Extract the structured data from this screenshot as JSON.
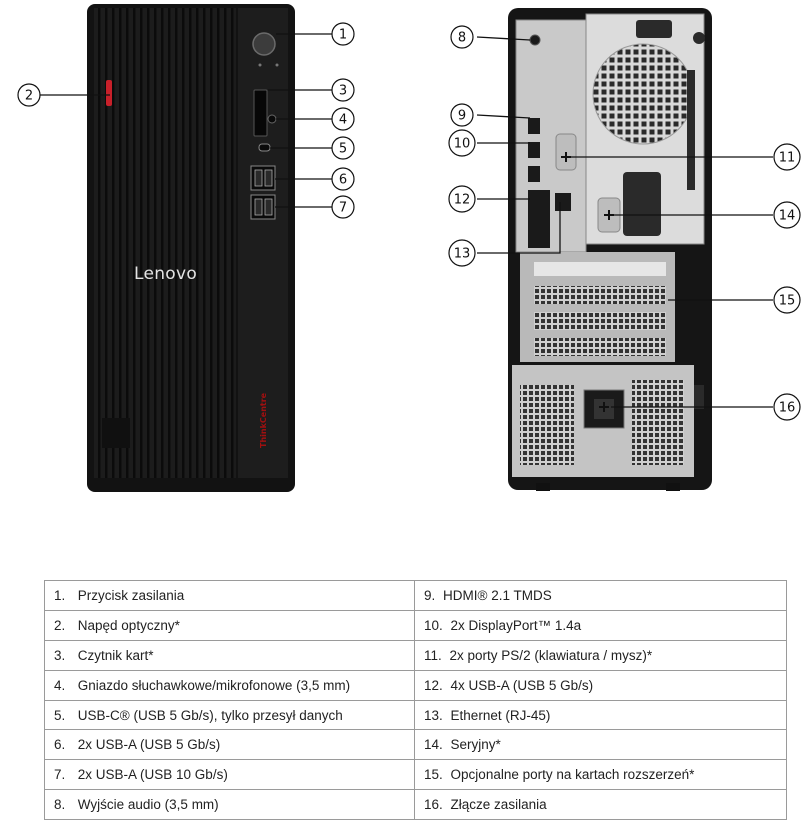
{
  "front_view": {
    "brand": "Lenovo",
    "series": "ThinkCentre"
  },
  "callouts": [
    {
      "number": "1"
    },
    {
      "number": "2"
    },
    {
      "number": "3"
    },
    {
      "number": "4"
    },
    {
      "number": "5"
    },
    {
      "number": "6"
    },
    {
      "number": "7"
    },
    {
      "number": "8"
    },
    {
      "number": "9"
    },
    {
      "number": "10"
    },
    {
      "number": "11"
    },
    {
      "number": "12"
    },
    {
      "number": "13"
    },
    {
      "number": "14"
    },
    {
      "number": "15"
    },
    {
      "number": "16"
    }
  ],
  "legend": [
    {
      "number": "1.",
      "label": "Przycisk zasilania"
    },
    {
      "number": "2.",
      "label": "Napęd optyczny*"
    },
    {
      "number": "3.",
      "label": "Czytnik kart*"
    },
    {
      "number": "4.",
      "label": "Gniazdo słuchawkowe/mikrofonowe (3,5 mm)"
    },
    {
      "number": "5.",
      "label": "USB-C® (USB 5 Gb/s), tylko przesył danych"
    },
    {
      "number": "6.",
      "label": "2x USB-A (USB 5 Gb/s)"
    },
    {
      "number": "7.",
      "label": "2x USB-A (USB 10 Gb/s)"
    },
    {
      "number": "8.",
      "label": "Wyjście audio (3,5 mm)"
    },
    {
      "number": "9.",
      "label": "HDMI® 2.1 TMDS"
    },
    {
      "number": "10.",
      "label": "2x DisplayPort™ 1.4a"
    },
    {
      "number": "11.",
      "label": "2x porty PS/2 (klawiatura / mysz)*"
    },
    {
      "number": "12.",
      "label": "4x USB-A (USB 5 Gb/s)"
    },
    {
      "number": "13.",
      "label": "Ethernet (RJ-45)"
    },
    {
      "number": "14.",
      "label": "Seryjny*"
    },
    {
      "number": "15.",
      "label": "Opcjonalne porty na kartach rozszerzeń*"
    },
    {
      "number": "16.",
      "label": "Złącze zasilania"
    }
  ],
  "colors": {
    "case": "#1a1a1a",
    "accent_red": "#c8202a",
    "rear_panel": "#c8c8c8"
  }
}
